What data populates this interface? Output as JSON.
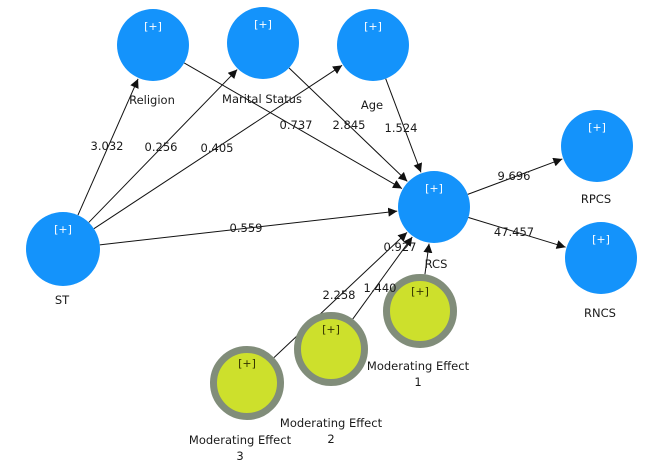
{
  "colors": {
    "construct": "#1493fb",
    "construct_plus": "#ffffff",
    "moderator_fill": "#cde02c",
    "moderator_border": "#818d7a",
    "moderator_plus": "#333300",
    "edge": "#111111"
  },
  "expand_marker": "[+]",
  "nodes": [
    {
      "id": "religion",
      "label": [
        "Religion"
      ],
      "type": "construct"
    },
    {
      "id": "marital",
      "label": [
        "Marital Status"
      ],
      "type": "construct"
    },
    {
      "id": "age",
      "label": [
        "Age"
      ],
      "type": "construct"
    },
    {
      "id": "st",
      "label": [
        "ST"
      ],
      "type": "construct"
    },
    {
      "id": "rcs",
      "label": [
        "RCS"
      ],
      "type": "construct"
    },
    {
      "id": "rpcs",
      "label": [
        "RPCS"
      ],
      "type": "construct"
    },
    {
      "id": "rncs",
      "label": [
        "RNCS"
      ],
      "type": "construct"
    },
    {
      "id": "me1",
      "label": [
        "Moderating Effect",
        "1"
      ],
      "type": "moderator"
    },
    {
      "id": "me2",
      "label": [
        "Moderating Effect",
        "2"
      ],
      "type": "moderator"
    },
    {
      "id": "me3",
      "label": [
        "Moderating Effect",
        "3"
      ],
      "type": "moderator"
    }
  ],
  "edges": [
    {
      "from": "st",
      "to": "religion",
      "value": "3.032"
    },
    {
      "from": "st",
      "to": "marital",
      "value": "0.256"
    },
    {
      "from": "st",
      "to": "age",
      "value": "0.405"
    },
    {
      "from": "st",
      "to": "rcs",
      "value": "0.559"
    },
    {
      "from": "religion",
      "to": "rcs",
      "value": "0.737"
    },
    {
      "from": "marital",
      "to": "rcs",
      "value": "2.845"
    },
    {
      "from": "age",
      "to": "rcs",
      "value": "1.524"
    },
    {
      "from": "rcs",
      "to": "rpcs",
      "value": "9.696"
    },
    {
      "from": "rcs",
      "to": "rncs",
      "value": "47.457"
    },
    {
      "from": "me3",
      "to": "rcs",
      "value": "2.258"
    },
    {
      "from": "me2",
      "to": "rcs",
      "value": "1.440"
    },
    {
      "from": "me1",
      "to": "rcs",
      "value": "0.927"
    }
  ]
}
